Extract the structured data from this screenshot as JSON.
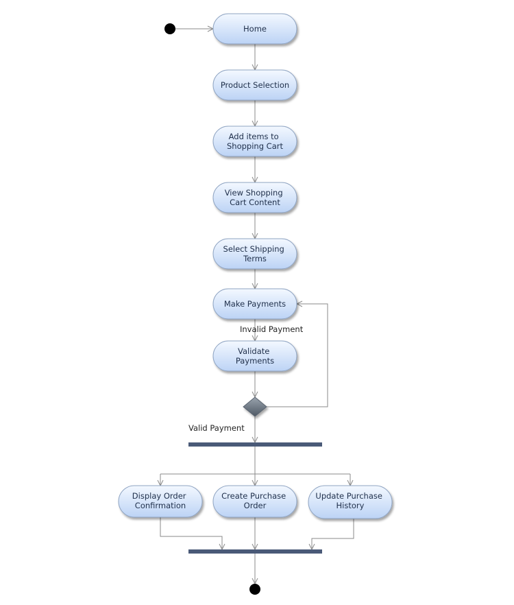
{
  "activities": {
    "home": [
      "Home"
    ],
    "product_selection": [
      "Product Selection"
    ],
    "add_items": [
      "Add items to",
      "Shopping Cart"
    ],
    "view_cart": [
      "View Shopping",
      "Cart Content"
    ],
    "select_shipping": [
      "Select Shipping",
      "Terms"
    ],
    "make_payments": [
      "Make Payments"
    ],
    "validate_payments": [
      "Validate",
      "Payments"
    ],
    "display_order": [
      "Display Order",
      "Confirmation"
    ],
    "create_purchase": [
      "Create Purchase",
      "Order"
    ],
    "update_history": [
      "Update Purchase",
      "History"
    ]
  },
  "guards": {
    "invalid_payment": "Invalid Payment",
    "valid_payment": "Valid Payment"
  },
  "colors": {
    "node_fill_top": "#f3f8ff",
    "node_fill_bottom": "#bcd3f5",
    "node_stroke": "#8fa4c2",
    "bar": "#4a5a78",
    "decision": "#6f7a86",
    "terminal": "#000000"
  }
}
